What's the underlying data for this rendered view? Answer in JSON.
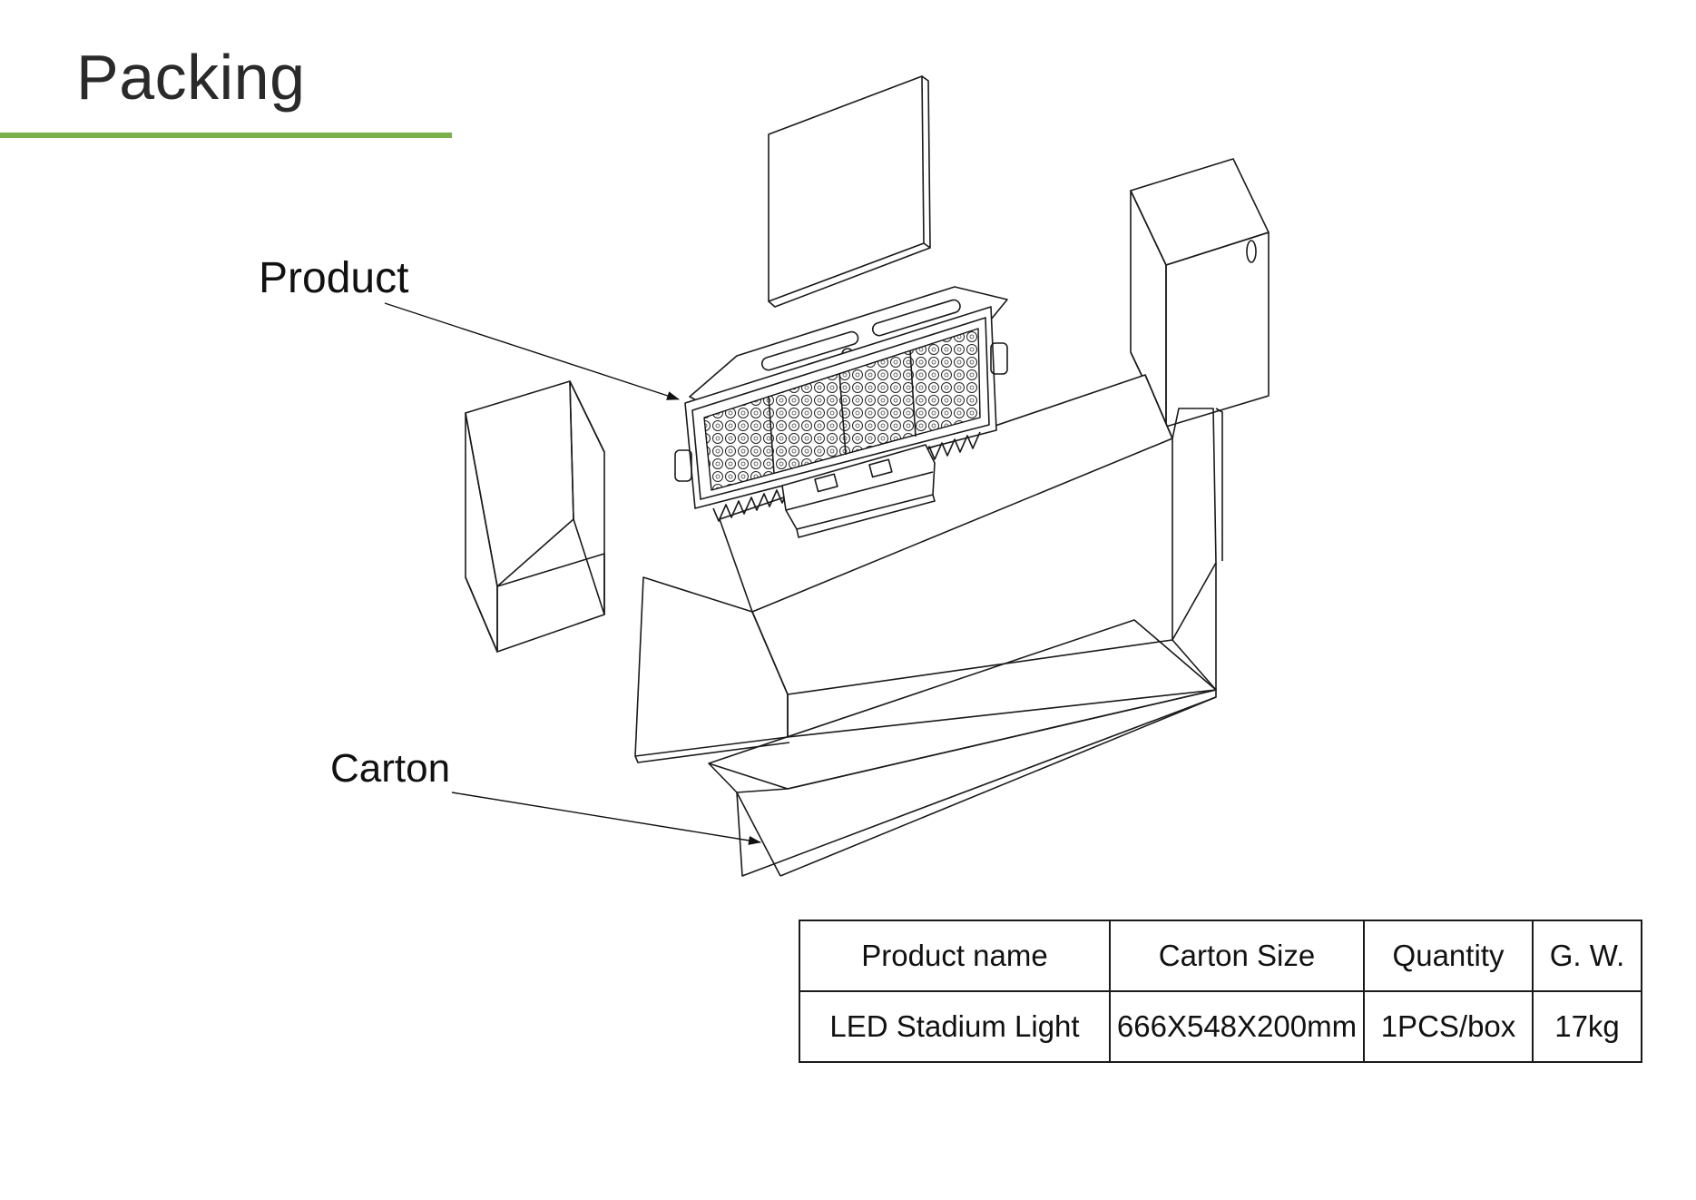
{
  "page": {
    "title": "Packing",
    "accent_color": "#7ab04a"
  },
  "callouts": {
    "product": "Product",
    "carton": "Carton"
  },
  "drawing": {
    "icon": "exploded-packing-diagram"
  },
  "spec_table": {
    "headers": [
      "Product name",
      "Carton Size",
      "Quantity",
      "G. W."
    ],
    "row": [
      "LED Stadium Light",
      "666X548X200mm",
      "1PCS/box",
      "17kg"
    ]
  }
}
